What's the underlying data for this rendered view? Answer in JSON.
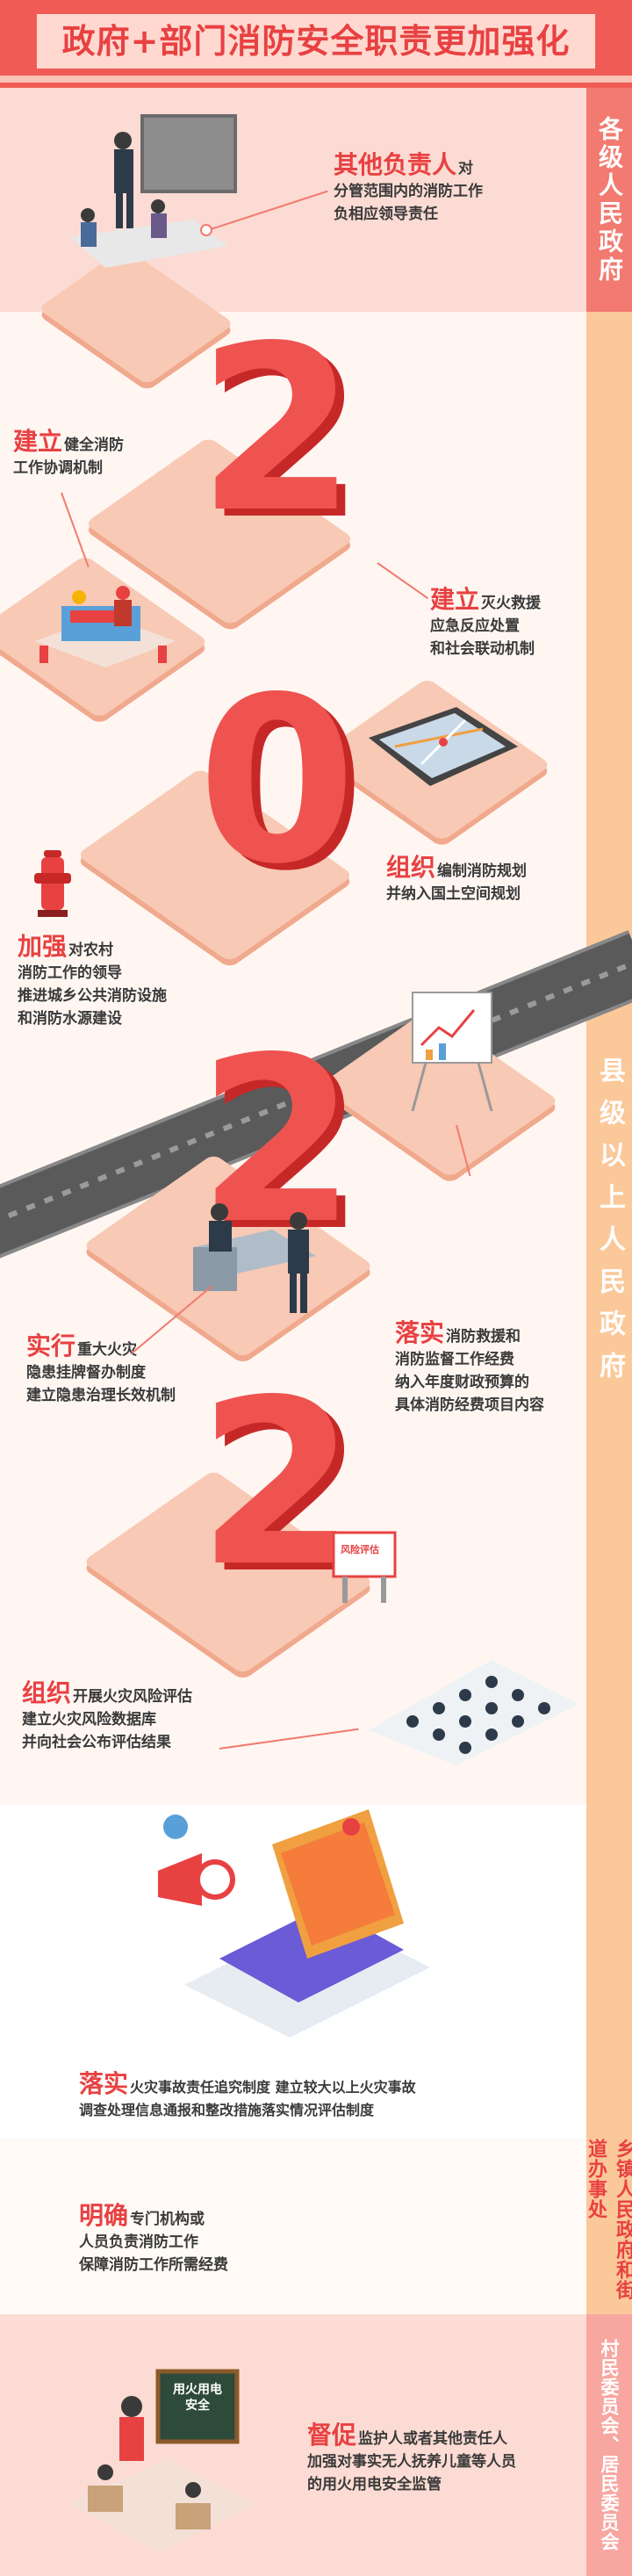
{
  "header": {
    "title": "政府+部门消防安全职责更加强化"
  },
  "sidebar": {
    "level1": "各级人民政府",
    "level2": "县级以上人民政府",
    "level3": "乡镇人民政府和街道办事处",
    "level4": "村民委员会、居民委员会"
  },
  "digits": [
    "2",
    "0",
    "2",
    "2"
  ],
  "items": [
    {
      "kw": "其他负责人",
      "line1_rest": "对",
      "line2": "分管范围内的消防工作",
      "line3": "负相应领导责任"
    },
    {
      "kw": "建立",
      "line1_rest": "健全消防",
      "line2": "工作协调机制"
    },
    {
      "kw": "建立",
      "line1_rest": "灭火救援",
      "line2": "应急反应处置",
      "line3": "和社会联动机制"
    },
    {
      "kw": "组织",
      "line1_rest": "编制消防规划",
      "line2": "并纳入国土空间规划"
    },
    {
      "kw": "加强",
      "line1_rest": "对农村",
      "line2": "消防工作的领导",
      "line3": "推进城乡公共消防设施",
      "line4": "和消防水源建设"
    },
    {
      "kw": "落实",
      "line1_rest": "消防救援和",
      "line2": "消防监督工作经费",
      "line3": "纳入年度财政预算的",
      "line4": "具体消防经费项目内容"
    },
    {
      "kw": "实行",
      "line1_rest": "重大火灾",
      "line2": "隐患挂牌督办制度",
      "line3": "建立隐患治理长效机制"
    },
    {
      "kw": "组织",
      "line1_rest": "开展火灾风险评估",
      "line2": "建立火灾风险数据库",
      "line3": "并向社会公布评估结果"
    },
    {
      "kw": "落实",
      "line1_rest": "火灾事故责任追究制度  建立较大以上火灾事故",
      "line2": "调查处理信息通报和整改措施落实情况评估制度"
    },
    {
      "kw": "明确",
      "line1_rest": "专门机构或",
      "line2": "人员负责消防工作",
      "line3": "保障消防工作所需经费"
    },
    {
      "kw": "督促",
      "line1_rest": "监护人或者其他责任人",
      "line2": "加强对事实无人抚养儿童等人员",
      "line3": "的用火用电安全监管"
    }
  ],
  "signs": {
    "risk": "风险评估",
    "fire_safety_1": "用火用电",
    "fire_safety_2": "安全"
  }
}
